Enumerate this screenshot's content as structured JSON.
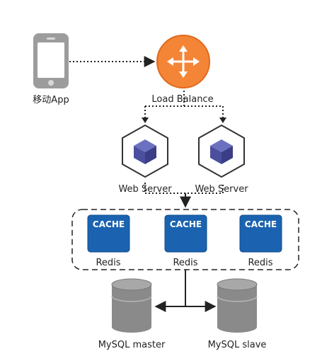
{
  "mobile_app": {
    "label": "移动App"
  },
  "load_balancer": {
    "label": "Load Balance"
  },
  "web_servers": [
    {
      "label": "Web Server"
    },
    {
      "label": "Web Server"
    }
  ],
  "cache_cluster": {
    "nodes": [
      {
        "badge": "CACHE",
        "label": "Redis"
      },
      {
        "badge": "CACHE",
        "label": "Redis"
      },
      {
        "badge": "CACHE",
        "label": "Redis"
      }
    ]
  },
  "databases": [
    {
      "label": "MySQL master"
    },
    {
      "label": "MySQL slave"
    }
  ],
  "colors": {
    "load_balancer_orange": "#f58536",
    "cache_blue": "#1b63b0",
    "cube_purple": "#4a4f9e",
    "device_gray": "#9c9c9c",
    "database_gray": "#8a8a8a"
  },
  "icons": {
    "mobile_app": "smartphone-icon",
    "load_balancer": "router-arrows-icon",
    "web_server": "hexagon-cube-icon",
    "cache": "cache-chip-icon",
    "database": "database-cylinder-icon"
  }
}
